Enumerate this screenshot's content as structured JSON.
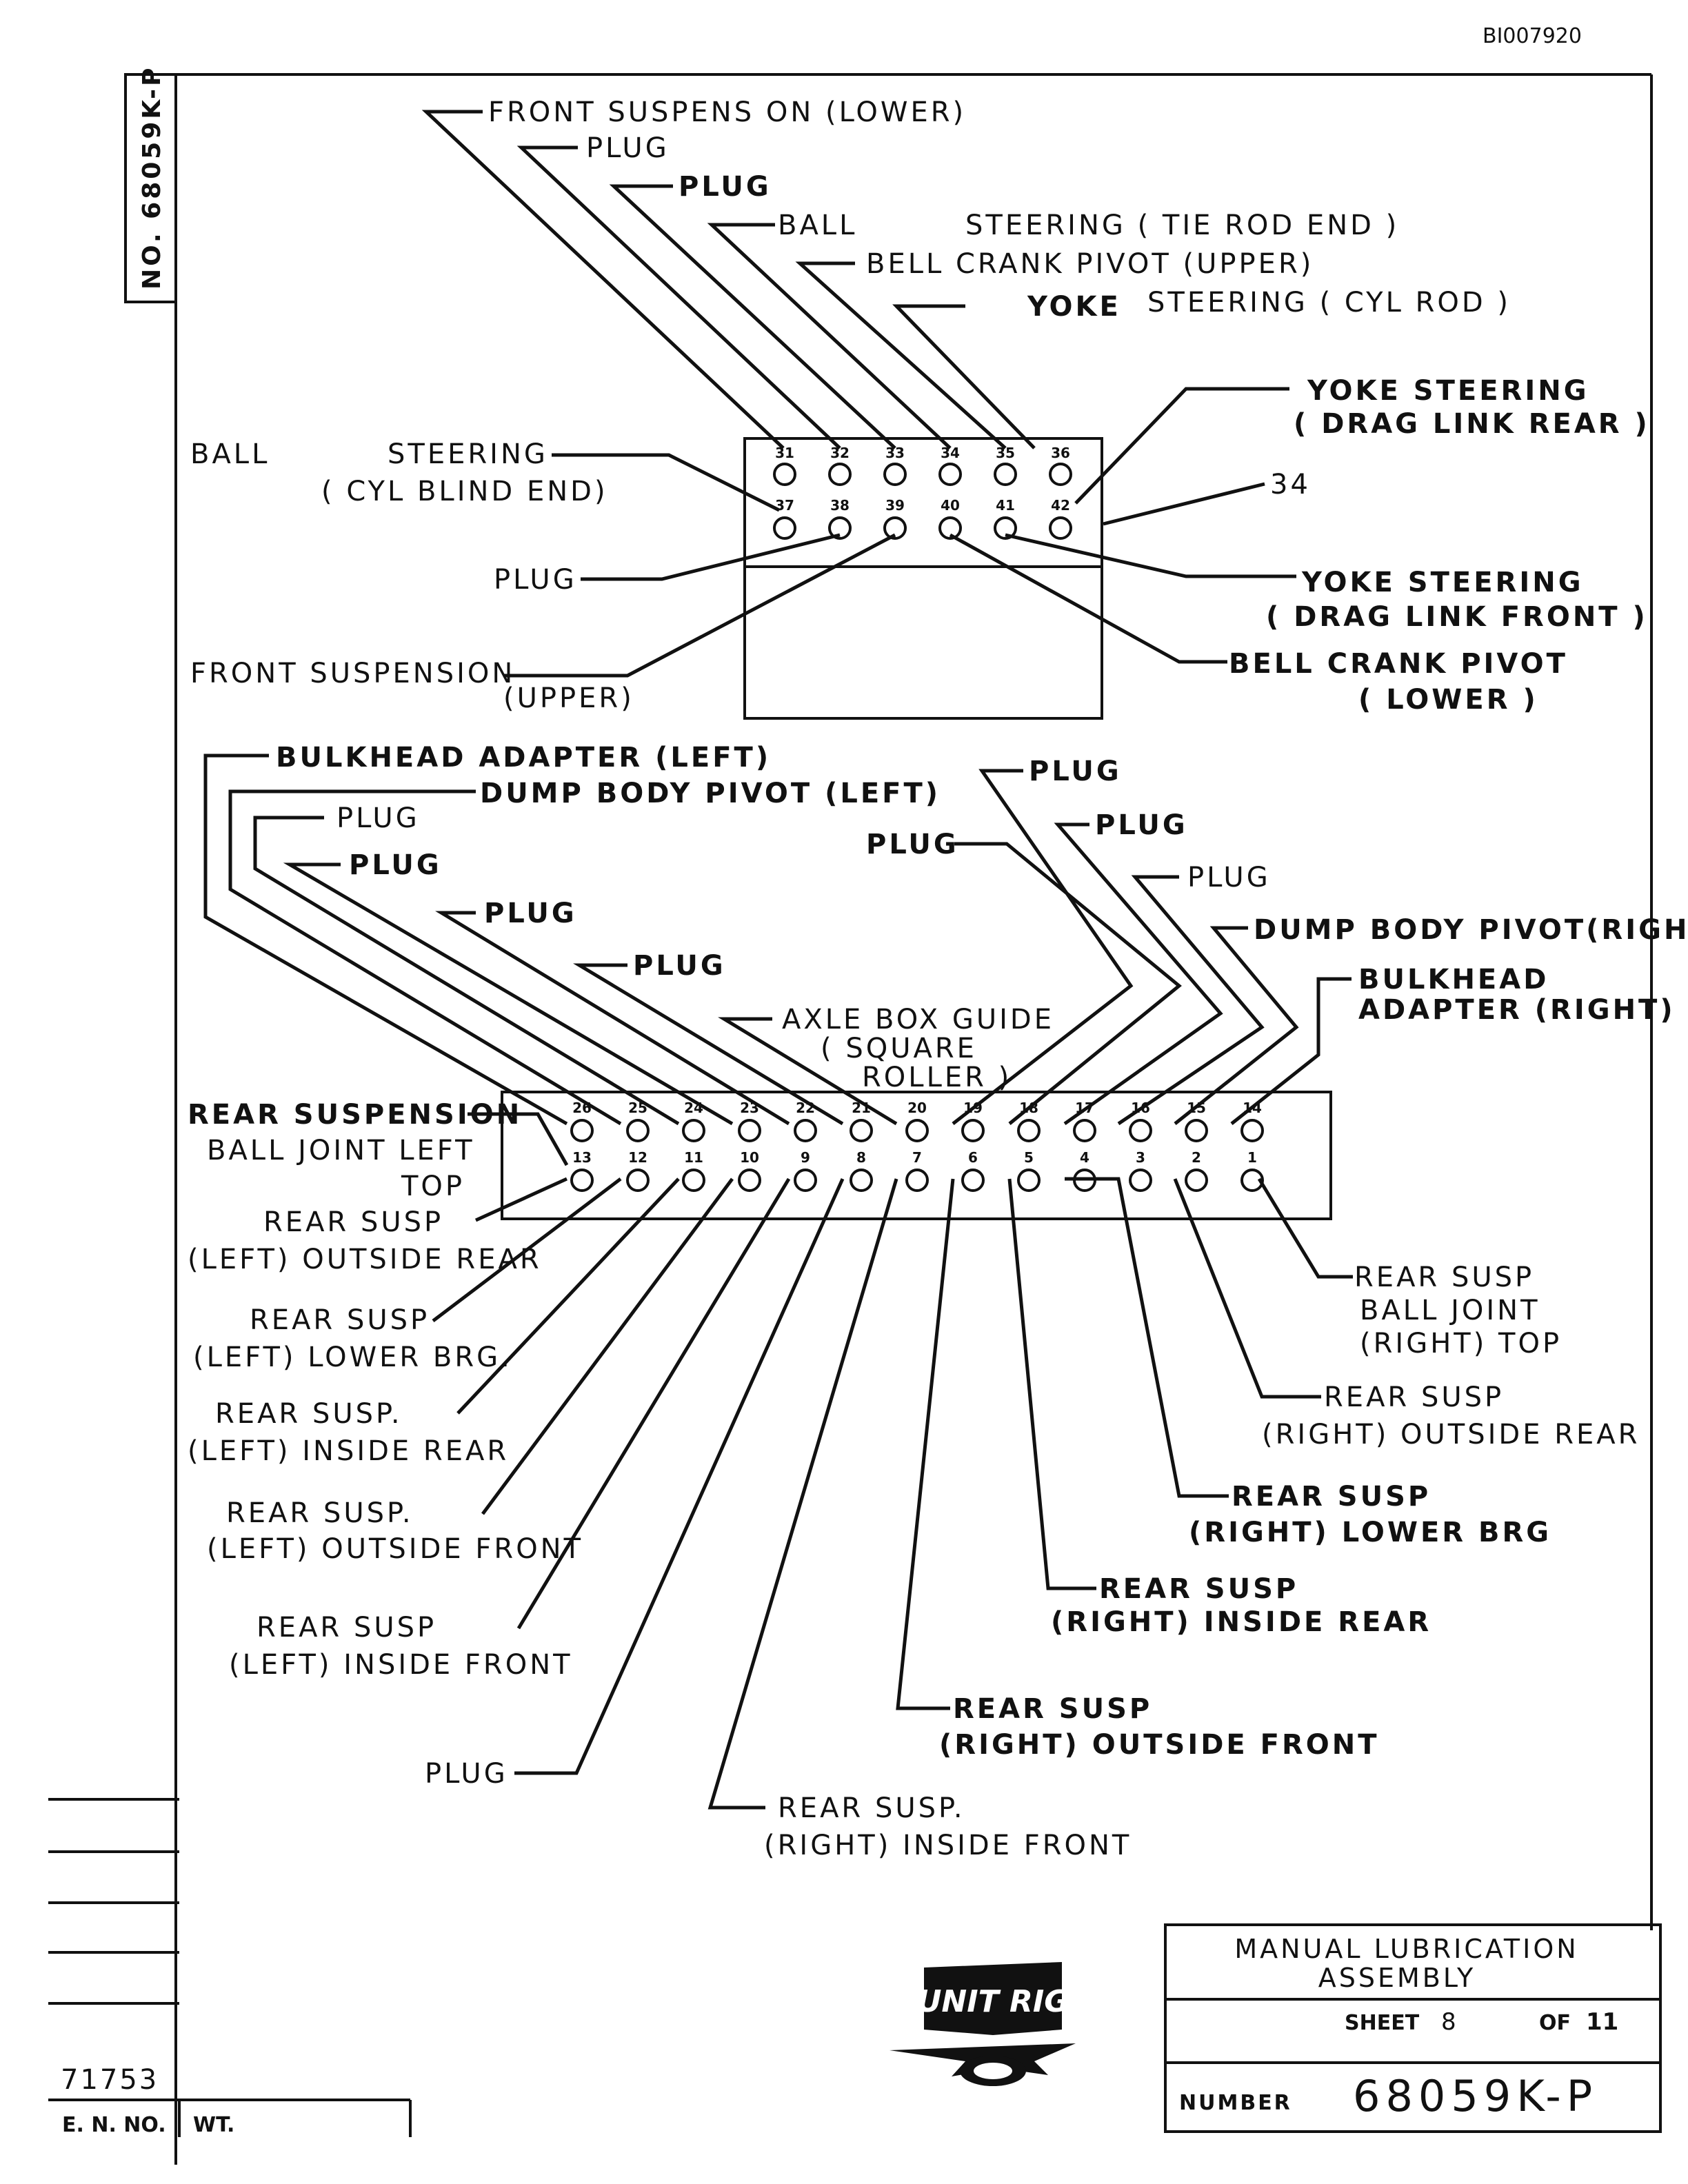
{
  "document_id": "BI007920",
  "side_stamp": "NO. 68059K-P",
  "title_block": {
    "title_line1": "MANUAL LUBRICATION",
    "title_line2": "ASSEMBLY",
    "sheet_label": "SHEET",
    "sheet_number": "8",
    "of_label": "OF",
    "sheet_total": "11",
    "number_label": "NUMBER",
    "number": "68059K-P",
    "logo_text": "UNIT RIG"
  },
  "revision_block": {
    "en_number": "71753",
    "en_label": "E. N. NO.",
    "wt_label": "WT."
  },
  "upper_block": {
    "top_row": [
      "31",
      "32",
      "33",
      "34",
      "35",
      "36"
    ],
    "bottom_row": [
      "37",
      "38",
      "39",
      "40",
      "41",
      "42"
    ],
    "ref_number": "34",
    "labels": {
      "front_susp_lower": "FRONT SUSPENS ON (LOWER)",
      "plug_1": "PLUG",
      "plug_2": "PLUG",
      "ball_tie_rod_a": "BALL",
      "ball_tie_rod_b": "STEERING ( TIE ROD END )",
      "bell_crank_upper": "BELL CRANK PIVOT (UPPER)",
      "yoke_cyl_rod_a": "YOKE",
      "yoke_cyl_rod_b": "STEERING ( CYL ROD )",
      "yoke_drag_rear_1": "YOKE  STEERING",
      "yoke_drag_rear_2": "( DRAG LINK REAR )",
      "ball_cyl_blind_a": "BALL",
      "ball_cyl_blind_b": "STEERING",
      "ball_cyl_blind_c": "( CYL BLIND END)",
      "plug_3": "PLUG",
      "yoke_drag_front_1": "YOKE  STEERING",
      "yoke_drag_front_2": "( DRAG LINK FRONT )",
      "front_susp_upper_1": "FRONT SUSPENSION",
      "front_susp_upper_2": "(UPPER)",
      "bell_crank_lower_1": "BELL CRANK PIVOT",
      "bell_crank_lower_2": "( LOWER )"
    }
  },
  "lower_block": {
    "top_row": [
      "26",
      "25",
      "24",
      "23",
      "22",
      "21",
      "20",
      "19",
      "18",
      "17",
      "16",
      "15",
      "14"
    ],
    "bottom_row": [
      "13",
      "12",
      "11",
      "10",
      "9",
      "8",
      "7",
      "6",
      "5",
      "4",
      "3",
      "2",
      "1"
    ],
    "labels": {
      "bulkhead_left": "BULKHEAD ADAPTER (LEFT)",
      "dump_left": "DUMP BODY PIVOT (LEFT)",
      "plug_a": "PLUG",
      "plug_b": "PLUG",
      "plug_c": "PLUG",
      "plug_d": "PLUG",
      "axle_box_1": "AXLE BOX GUIDE",
      "axle_box_2": "( SQUARE",
      "axle_box_3": "ROLLER )",
      "plug_e": "PLUG",
      "plug_f": "PLUG",
      "plug_g": "PLUG",
      "plug_h": "PLUG",
      "dump_right": "DUMP BODY PIVOT(RIGHT)",
      "bulkhead_right_1": "BULKHEAD",
      "bulkhead_right_2": "ADAPTER (RIGHT)",
      "rs_ball_left_1": "REAR SUSPENSION",
      "rs_ball_left_2": "BALL JOINT LEFT",
      "rs_ball_left_3": "TOP",
      "rs_l_out_rear_1": "REAR SUSP",
      "rs_l_out_rear_2": "(LEFT) OUTSIDE REAR",
      "rs_l_low_1": "REAR SUSP",
      "rs_l_low_2": "(LEFT) LOWER BRG.",
      "rs_l_in_rear_1": "REAR SUSP.",
      "rs_l_in_rear_2": "(LEFT) INSIDE REAR",
      "rs_l_out_front_1": "REAR SUSP.",
      "rs_l_out_front_2": "(LEFT) OUTSIDE FRONT",
      "rs_l_in_front_1": "REAR SUSP",
      "rs_l_in_front_2": "(LEFT) INSIDE FRONT",
      "plug_bottom": "PLUG",
      "rs_r_in_front_1": "REAR SUSP.",
      "rs_r_in_front_2": "(RIGHT) INSIDE FRONT",
      "rs_r_out_front_1": "REAR SUSP",
      "rs_r_out_front_2": "(RIGHT) OUTSIDE FRONT",
      "rs_r_in_rear_1": "REAR SUSP",
      "rs_r_in_rear_2": "(RIGHT) INSIDE REAR",
      "rs_r_low_1": "REAR SUSP",
      "rs_r_low_2": "(RIGHT) LOWER BRG",
      "rs_r_out_rear_1": "REAR SUSP",
      "rs_r_out_rear_2": "(RIGHT) OUTSIDE REAR",
      "rs_ball_right_1": "REAR SUSP",
      "rs_ball_right_2": "BALL JOINT",
      "rs_ball_right_3": "(RIGHT) TOP"
    }
  }
}
